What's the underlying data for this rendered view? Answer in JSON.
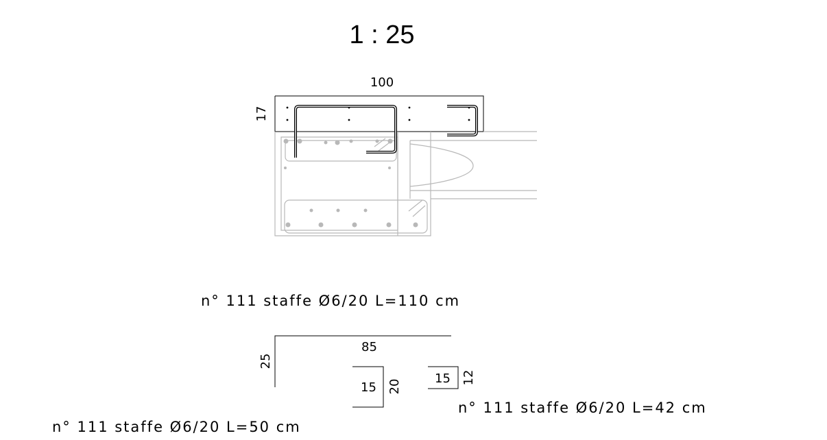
{
  "scale_label": "1 : 25",
  "section": {
    "slab_width_label": "100",
    "slab_depth_label": "17"
  },
  "stirrups": [
    {
      "note": "n° 111 staffe Ø6/20 L=110 cm",
      "dims": {
        "top": "85",
        "left": "25",
        "hook_width": "15",
        "hook_height": "20"
      }
    },
    {
      "note": "n° 111 staffe Ø6/20 L=42 cm",
      "dims": {
        "width": "15",
        "height": "12"
      }
    },
    {
      "note": "n° 111 staffe Ø6/20 L=50 cm"
    }
  ]
}
